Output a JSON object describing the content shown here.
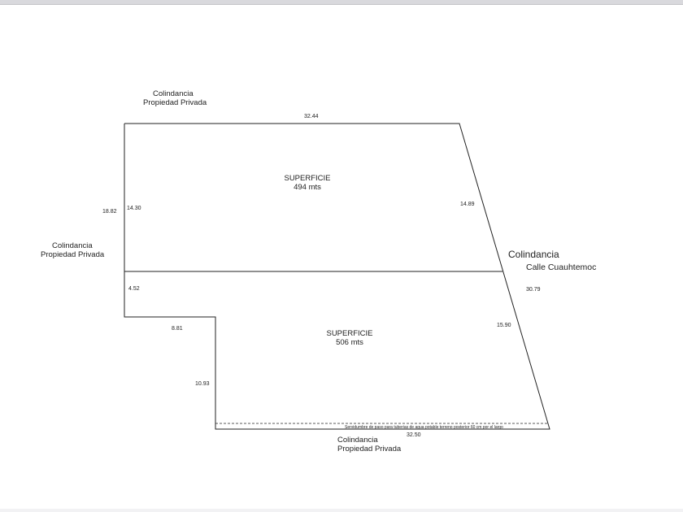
{
  "north": {
    "line1": "Colindancia",
    "line2": "Propiedad Privada"
  },
  "west": {
    "line1": "Colindancia",
    "line2": "Propiedad Privada"
  },
  "east": {
    "line1": "Colindancia",
    "line2": "Calle Cuauhtemoc"
  },
  "south": {
    "line1": "Colindancia",
    "line2": "Propiedad Privada"
  },
  "lot_upper": {
    "title": "SUPERFICIE",
    "area": "494 mts"
  },
  "lot_lower": {
    "title": "SUPERFICIE",
    "area": "506 mts"
  },
  "dimensions": {
    "top": "32.44",
    "left_total": "18.82",
    "left_upper": "14.30",
    "left_lower": "4.52",
    "step_horizontal": "8.81",
    "step_vertical": "10.93",
    "right_upper": "14.89",
    "right_lower": "15.90",
    "right_total": "30.79",
    "bottom": "32.50"
  },
  "easement_note": "Servidumbre de paso para tuberias de agua potable terreno posterior  60 cm por el largo",
  "colors": {
    "line": "#222222",
    "background": "#ffffff"
  }
}
